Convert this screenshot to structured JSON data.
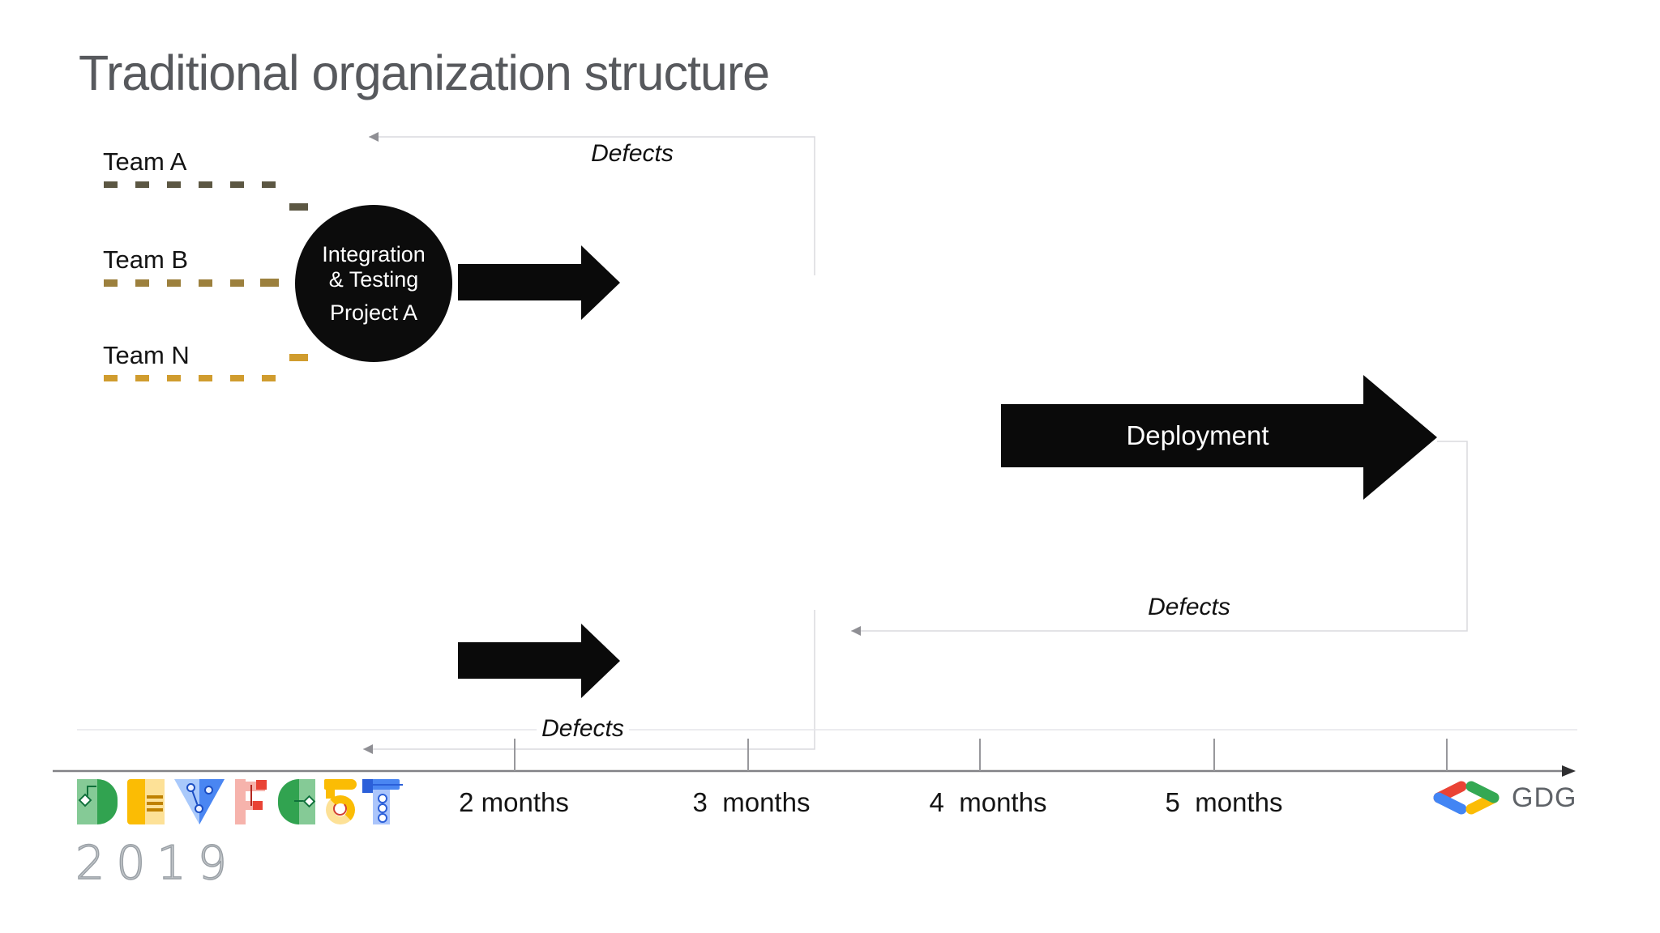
{
  "slide": {
    "title": "Traditional organization structure",
    "title_color": "#57595d",
    "background": "#ffffff"
  },
  "teams": [
    {
      "label": "Team A",
      "dash_color": "#5c5743"
    },
    {
      "label": "Team B",
      "dash_color": "#9c803d"
    },
    {
      "label": "Team N",
      "dash_color": "#d09c2e"
    }
  ],
  "integration_circle": {
    "line1": "Integration",
    "line2": "& Testing",
    "line3": "Project A",
    "fill": "#0c0c0c",
    "text_color": "#ffffff"
  },
  "deployment": {
    "label": "Deployment",
    "arrow_color": "#0a0a0a"
  },
  "defect_loops": {
    "top": "Defects",
    "right": "Defects",
    "bottom": "Defects",
    "line_color": "#dadade"
  },
  "timeline": {
    "labels": [
      "2 months",
      "3  months",
      "4  months",
      "5  months"
    ],
    "axis_color": "#828286"
  },
  "footer": {
    "devfest_letters": [
      "D",
      "E",
      "V",
      "F",
      "E",
      "S",
      "T"
    ],
    "year": "2019",
    "gdg_label": "GDG",
    "palette": {
      "red": "#ea4335",
      "blue": "#4285f4",
      "green": "#34a853",
      "yellow": "#fbbc04"
    }
  }
}
